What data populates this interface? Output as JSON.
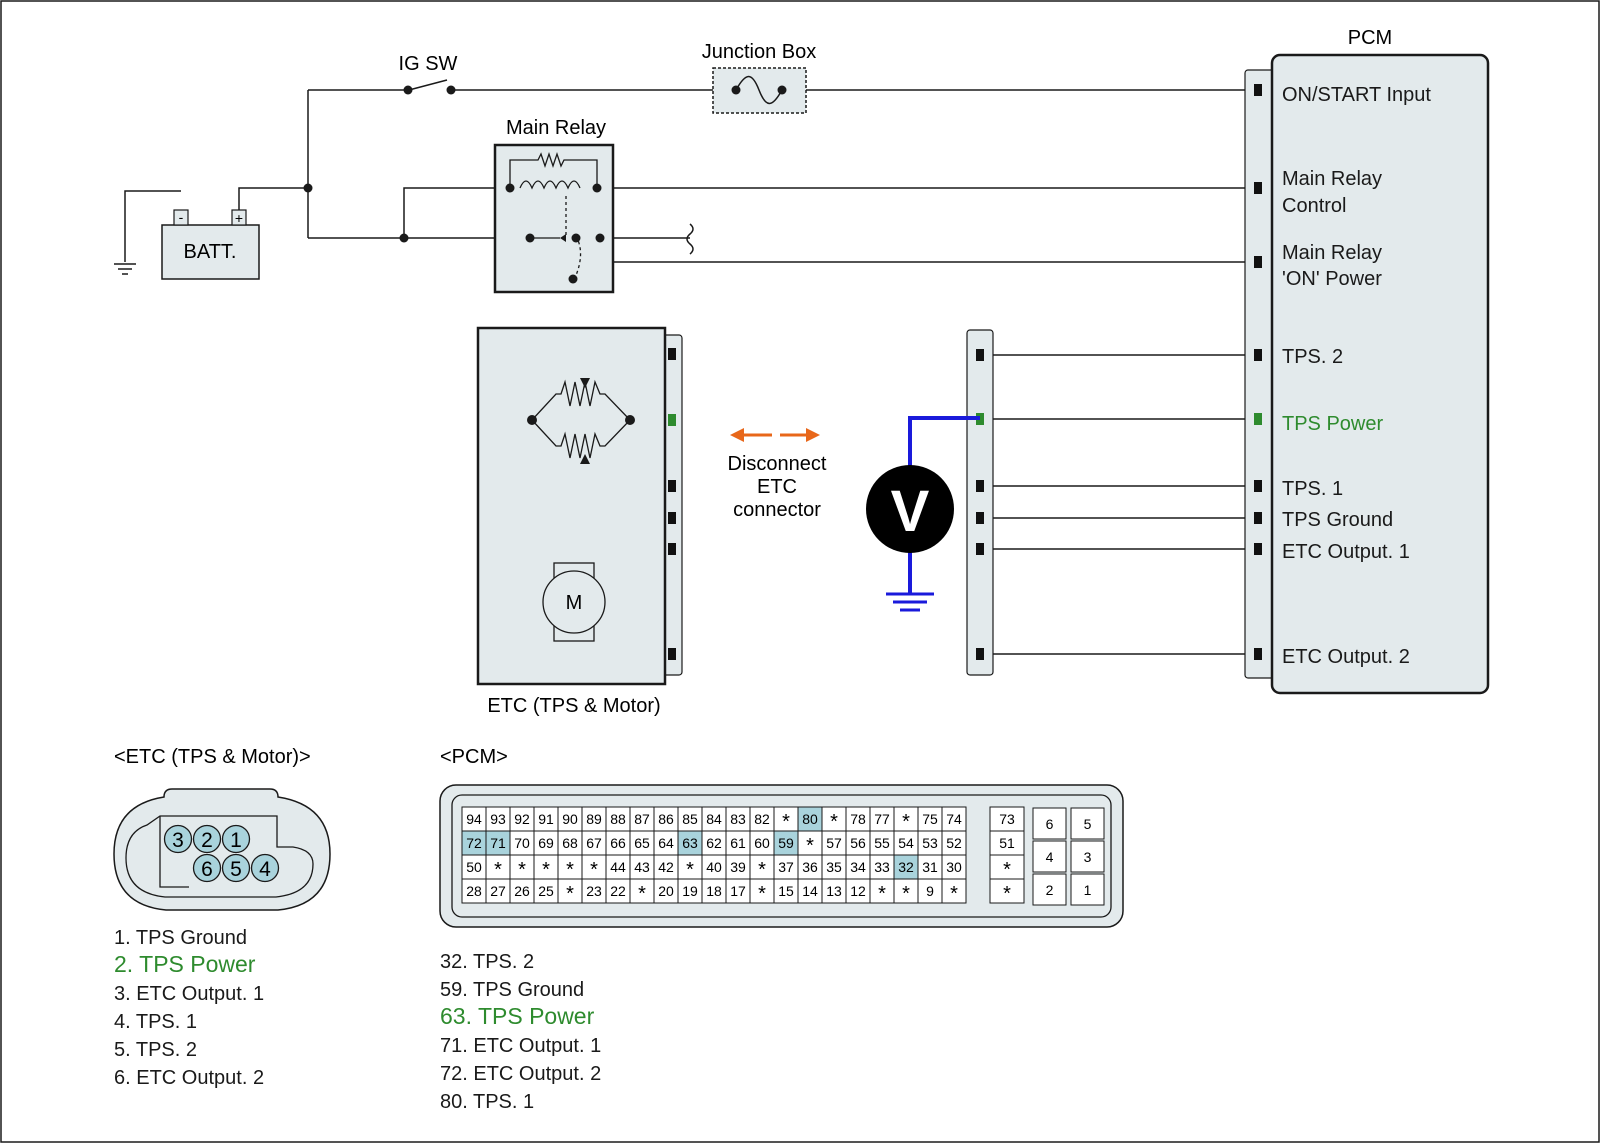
{
  "colors": {
    "line": "#1a1a1a",
    "box_fill": "#e3eaec",
    "highlight_green": "#2e8b2e",
    "probe_blue": "#1a1adb",
    "arrow_orange": "#e8671a",
    "pin_highlight": "#a9d3dc",
    "pin_circle": "#a9d3dc"
  },
  "labels": {
    "ig_sw": "IG SW",
    "junction_box": "Junction Box",
    "main_relay": "Main Relay",
    "battery": "BATT.",
    "battery_neg": "-",
    "battery_pos": "+",
    "pcm": "PCM",
    "etc": "ETC (TPS & Motor)",
    "motor": "M",
    "voltmeter": "V",
    "disconnect": [
      "Disconnect",
      "ETC",
      "connector"
    ]
  },
  "pcm_terminals": [
    {
      "lines": [
        "ON/START Input"
      ],
      "highlight": false
    },
    {
      "lines": [
        "Main Relay",
        "Control"
      ],
      "highlight": false
    },
    {
      "lines": [
        "Main Relay",
        "'ON' Power"
      ],
      "highlight": false
    },
    {
      "lines": [
        "TPS. 2"
      ],
      "highlight": false
    },
    {
      "lines": [
        "TPS Power"
      ],
      "highlight": true
    },
    {
      "lines": [
        "TPS. 1"
      ],
      "highlight": false
    },
    {
      "lines": [
        "TPS Ground"
      ],
      "highlight": false
    },
    {
      "lines": [
        "ETC Output. 1"
      ],
      "highlight": false
    },
    {
      "lines": [
        "ETC Output. 2"
      ],
      "highlight": false
    }
  ],
  "etc_connector": {
    "title": "<ETC (TPS & Motor)>",
    "top_row": [
      "3",
      "2",
      "1"
    ],
    "bottom_row": [
      "6",
      "5",
      "4"
    ],
    "pins": [
      {
        "text": "1. TPS Ground",
        "highlight": false
      },
      {
        "text": "2. TPS Power",
        "highlight": true
      },
      {
        "text": "3. ETC Output. 1",
        "highlight": false
      },
      {
        "text": "4. TPS. 1",
        "highlight": false
      },
      {
        "text": "5. TPS. 2",
        "highlight": false
      },
      {
        "text": "6. ETC Output. 2",
        "highlight": false
      }
    ]
  },
  "pcm_connector": {
    "title": "<PCM>",
    "rows": [
      [
        "94",
        "93",
        "92",
        "91",
        "90",
        "89",
        "88",
        "87",
        "86",
        "85",
        "84",
        "83",
        "82",
        "*",
        "80",
        "*",
        "78",
        "77",
        "*",
        "75",
        "74"
      ],
      [
        "72",
        "71",
        "70",
        "69",
        "68",
        "67",
        "66",
        "65",
        "64",
        "63",
        "62",
        "61",
        "60",
        "59",
        "*",
        "57",
        "56",
        "55",
        "54",
        "53",
        "52"
      ],
      [
        "50",
        "*",
        "*",
        "*",
        "*",
        "*",
        "44",
        "43",
        "42",
        "*",
        "40",
        "39",
        "*",
        "37",
        "36",
        "35",
        "34",
        "33",
        "32",
        "31",
        "30"
      ],
      [
        "28",
        "27",
        "26",
        "25",
        "*",
        "23",
        "22",
        "*",
        "20",
        "19",
        "18",
        "17",
        "*",
        "15",
        "14",
        "13",
        "12",
        "*",
        "*",
        "9",
        "*"
      ]
    ],
    "side_column": [
      "73",
      "51",
      "*",
      "*"
    ],
    "small_block": [
      [
        "6",
        "5"
      ],
      [
        "4",
        "3"
      ],
      [
        "2",
        "1"
      ]
    ],
    "highlighted": [
      "80",
      "72",
      "71",
      "63",
      "59",
      "32"
    ],
    "pins": [
      {
        "text": "32. TPS. 2",
        "highlight": false
      },
      {
        "text": "59. TPS Ground",
        "highlight": false
      },
      {
        "text": "63. TPS Power",
        "highlight": true
      },
      {
        "text": "71. ETC Output. 1",
        "highlight": false
      },
      {
        "text": "72. ETC Output. 2",
        "highlight": false
      },
      {
        "text": "80. TPS. 1",
        "highlight": false
      }
    ]
  }
}
